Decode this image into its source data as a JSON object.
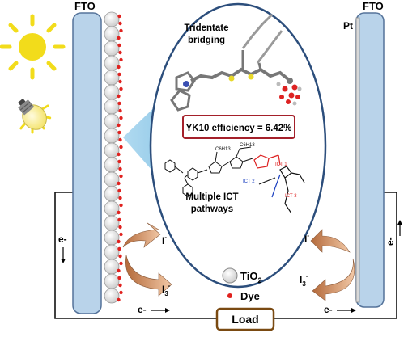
{
  "labels": {
    "fto_left": "FTO",
    "fto_right": "FTO",
    "pt": "Pt",
    "tridentate_line1": "Tridentate",
    "tridentate_line2": "bridging",
    "efficiency": "YK10 efficiency = 6.42%",
    "ict_line1": "Multiple ICT",
    "ict_line2": "pathways",
    "load": "Load",
    "legend_tio2": "TiO",
    "legend_tio2_sub": "2",
    "legend_dye": "Dye",
    "iodide_left": "I",
    "iodide_left_sup": "-",
    "triiodide_left": "I",
    "triiodide_left_sub": "3",
    "triiodide_left_sup": "-",
    "iodide_right": "I",
    "iodide_right_sup": "-",
    "triiodide_right": "I",
    "triiodide_right_sub": "3",
    "triiodide_right_sup": "-",
    "electron_left": "e-",
    "electron_right": "e-",
    "electron_bottom_left": "e-",
    "electron_bottom_right": "e-",
    "molecule_c6h13_a": "C6H13",
    "molecule_c6h13_b": "C6H13",
    "ict_tag_1": "ICT 1",
    "ict_tag_2": "ICT 2",
    "ict_tag_3": "ICT 3"
  },
  "colors": {
    "electrode": "#b9d3ea",
    "electrode_stroke": "#55739a",
    "dye": "#e0211e",
    "ellipse_stroke": "#2c4e7c",
    "callout_fill": "#8cc7e6",
    "efficiency_border": "#a4202a",
    "load_border": "#7a4a12",
    "arrow_fill": "#d9a07a",
    "sun": "#f2dc1b"
  }
}
